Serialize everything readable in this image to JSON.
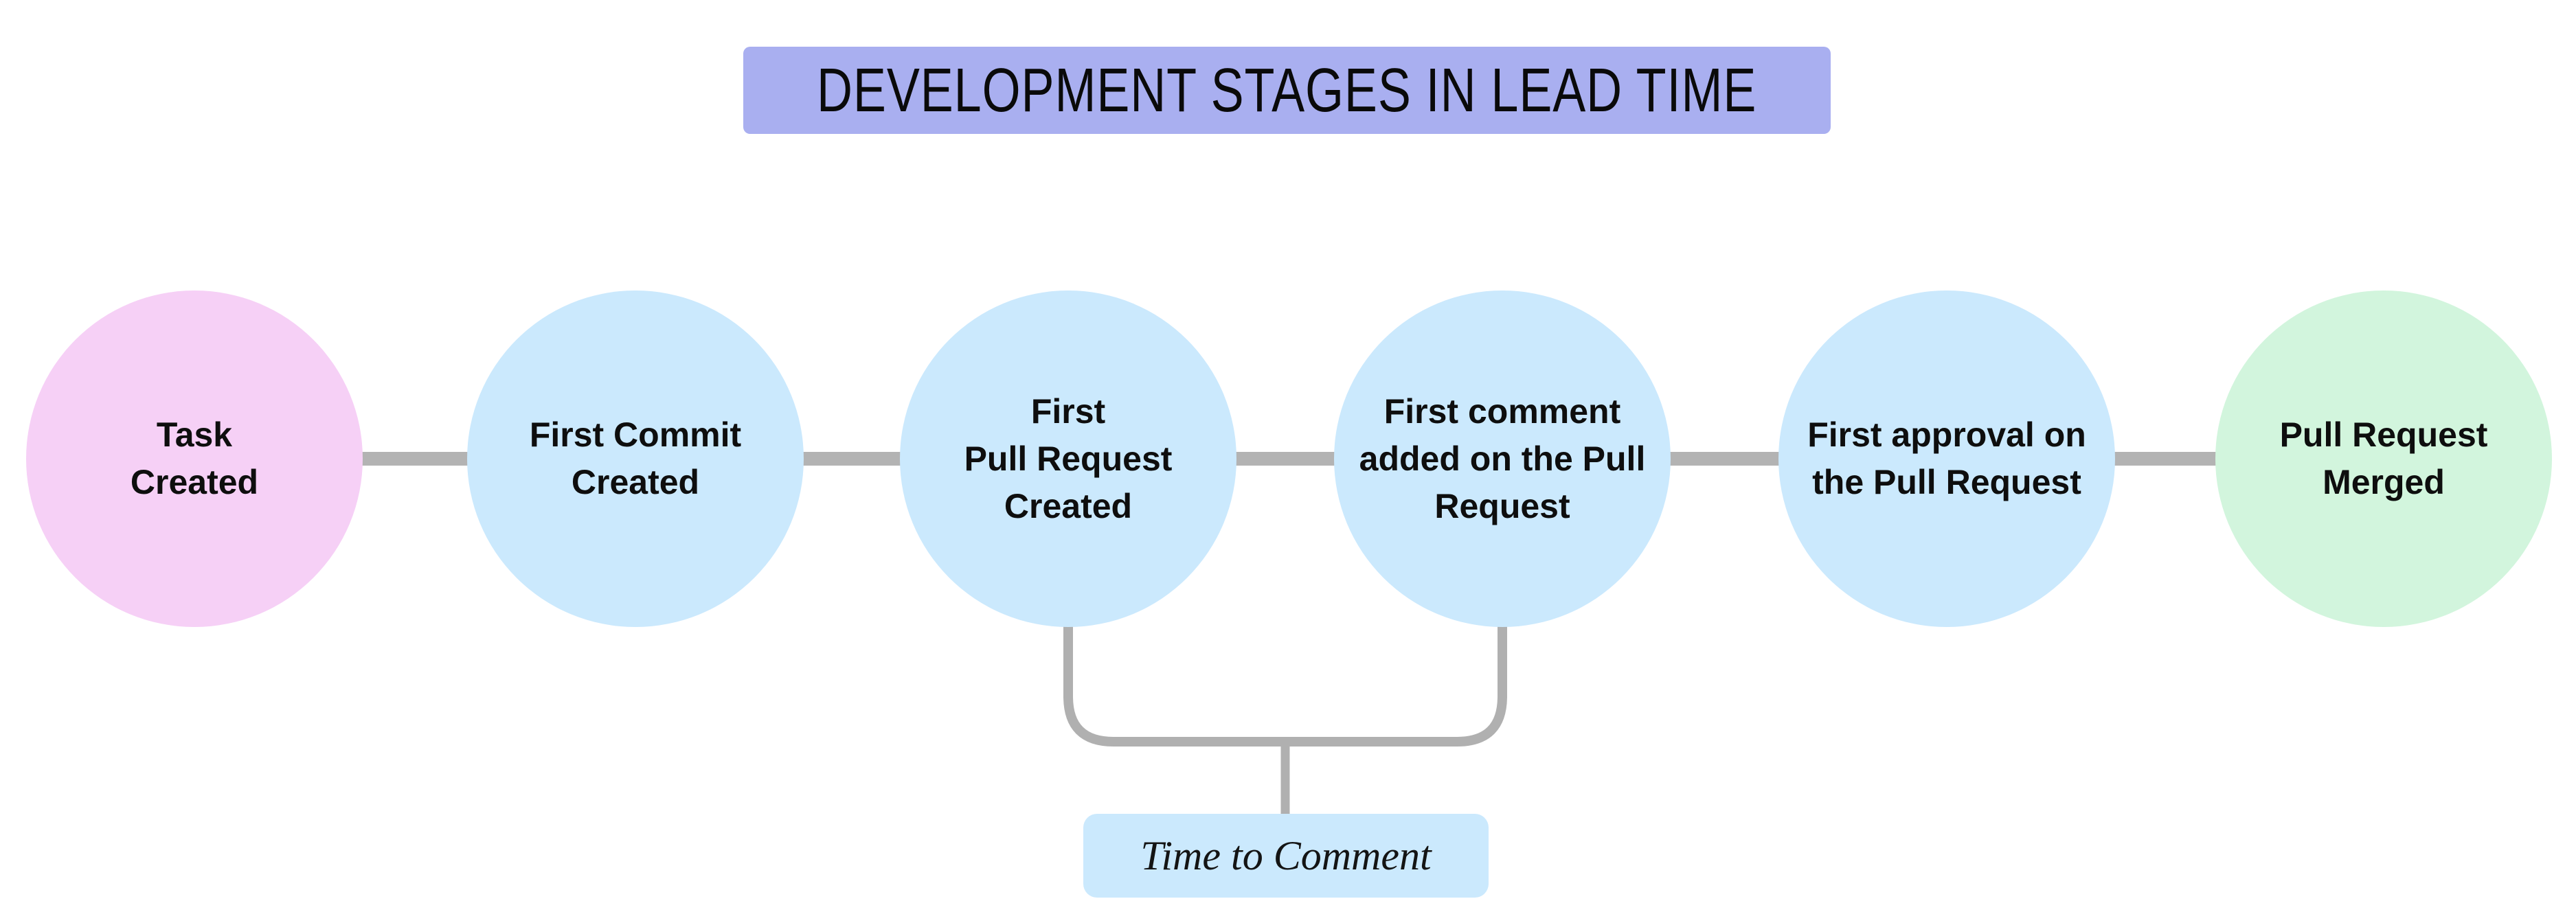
{
  "title": {
    "text": "DEVELOPMENT STAGES IN LEAD TIME",
    "bg_color": "#a9aff0"
  },
  "stages": [
    {
      "name": "task-created",
      "lines": [
        "Task",
        "Created"
      ],
      "color": "#f6d0f6"
    },
    {
      "name": "first-commit-created",
      "lines": [
        "First Commit",
        "Created"
      ],
      "color": "#cbe9fd"
    },
    {
      "name": "first-pull-request-created",
      "lines": [
        "First",
        "Pull Request",
        "Created"
      ],
      "color": "#cbe9fd"
    },
    {
      "name": "first-comment-added",
      "lines": [
        "First comment",
        "added on the Pull",
        "Request"
      ],
      "color": "#cbe9fd"
    },
    {
      "name": "first-approval",
      "lines": [
        "First approval on",
        "the Pull Request"
      ],
      "color": "#cbe9fd"
    },
    {
      "name": "pull-request-merged",
      "lines": [
        "Pull Request",
        "Merged"
      ],
      "color": "#d2f5dd"
    }
  ],
  "connector": {
    "color": "#b3b3b3"
  },
  "bracket": {
    "color": "#b0b0b0",
    "from_stage_index": 2,
    "to_stage_index": 3
  },
  "annotation": {
    "label": "Time to Comment",
    "bg_color": "#cbe9fd"
  }
}
